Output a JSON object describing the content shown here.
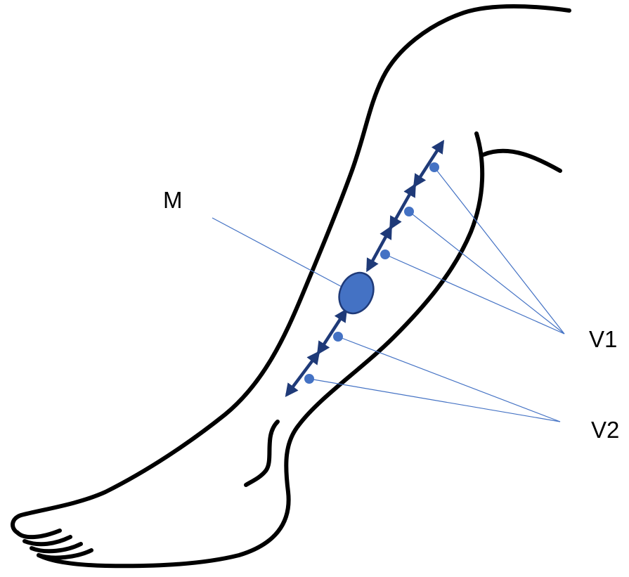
{
  "labels": {
    "muscle": "M",
    "vessel_group_1": "V1",
    "vessel_group_2": "V2"
  },
  "colors": {
    "outline": "#000000",
    "marker_fill": "#4472c4",
    "marker_stroke": "#1f3a78",
    "leader_line": "#4472c4"
  },
  "icons": {
    "leg": "leg-outline-icon",
    "muscle": "muscle-ellipse-icon",
    "segment": "double-arrow-icon",
    "point": "dot-icon"
  }
}
